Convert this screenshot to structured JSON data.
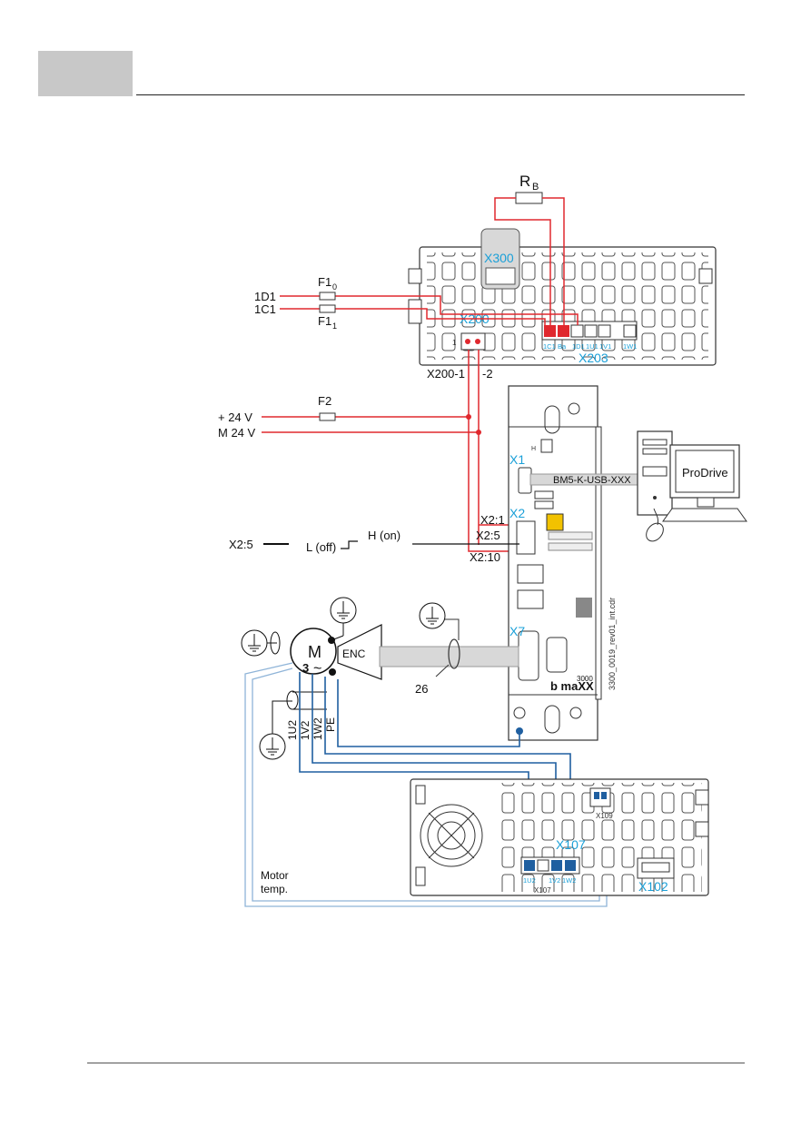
{
  "page": {
    "header_tab": "",
    "header_title": ""
  },
  "colors": {
    "red_wire": "#e0282e",
    "blue_wire": "#1f5fa0",
    "cyan_label": "#1ba0d8",
    "motor_temp_wire": "#8fb4d8",
    "device_outline": "#333333"
  },
  "diagram": {
    "resistor": {
      "label": "R",
      "subscript": "B"
    },
    "supply": {
      "line_1d1": "1D1",
      "line_1c1": "1C1",
      "fuse_f1_0": "F1",
      "fuse_f1_0_sub": "0",
      "fuse_f1_1": "F1",
      "fuse_f1_1_sub": "1",
      "plus24": "+ 24 V",
      "minus24": "M 24 V",
      "fuse_f2": "F2"
    },
    "power_unit": {
      "x300": "X300",
      "x200": "X200",
      "x203": "X203",
      "x200_1": "X200-1",
      "x200_2": "-2",
      "x200_pin": "1",
      "terminals": [
        "1C1",
        "Ba",
        "1D1",
        "1U1",
        "1V1",
        "1W1"
      ]
    },
    "controller": {
      "x1": "X1",
      "x2": "X2",
      "x7": "X7",
      "usb_cable": "BM5-K-USB-XXX",
      "x2_1": "X2:1",
      "x2_5": "X2:5",
      "x2_10": "X2:10",
      "brand": "b maXX",
      "brand_num": "3000",
      "file_ref": "3300_0019_rev01_int.cdr",
      "h_label": "H"
    },
    "pc": {
      "label": "ProDrive"
    },
    "switch": {
      "x2_5_left": "X2:5",
      "low": "L (off)",
      "high": "H (on)"
    },
    "motor": {
      "m": "M",
      "phase": "3",
      "tilde": "~",
      "enc": "ENC",
      "cable_num": "26"
    },
    "motor_wires": [
      "1U2",
      "1V2",
      "1W2",
      "PE"
    ],
    "motor_temp": {
      "line1": "Motor",
      "line2": "temp."
    },
    "axis_unit": {
      "x107": "X107",
      "x107_bottom": "X107",
      "x102": "X102",
      "x109": "X109",
      "terminals": [
        "1U2",
        "1V2",
        "1W2"
      ]
    }
  }
}
